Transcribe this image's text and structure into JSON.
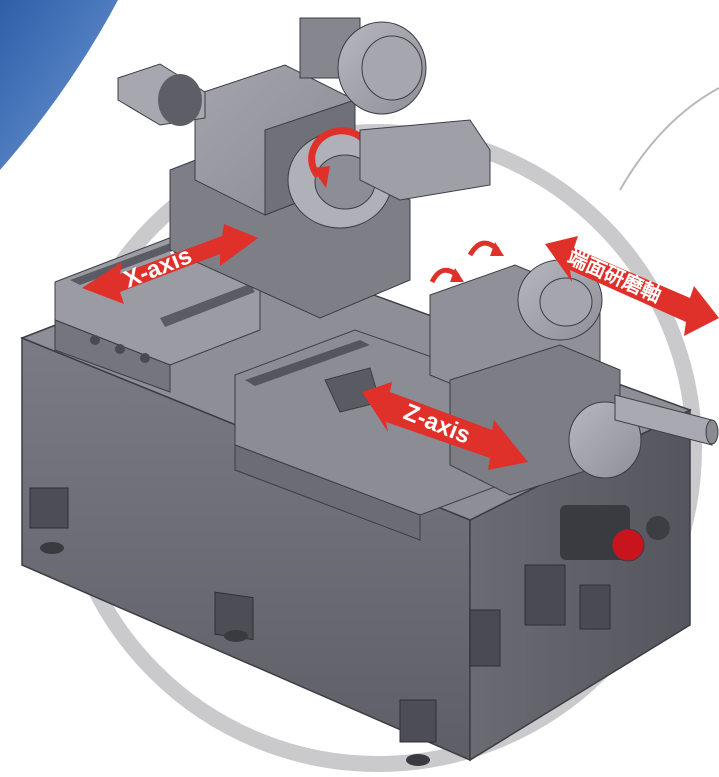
{
  "annotations": {
    "x_axis_label": "X-axis",
    "z_axis_label": "Z-axis",
    "grinding_axis_label": "端面研磨軸"
  },
  "colors": {
    "accent_red": "#e0302a",
    "machine_gray": "#6f7079",
    "ring_gray": "#c9c9cc",
    "corner_blue": "#3f6fb8",
    "motor_red": "#c8141c"
  }
}
